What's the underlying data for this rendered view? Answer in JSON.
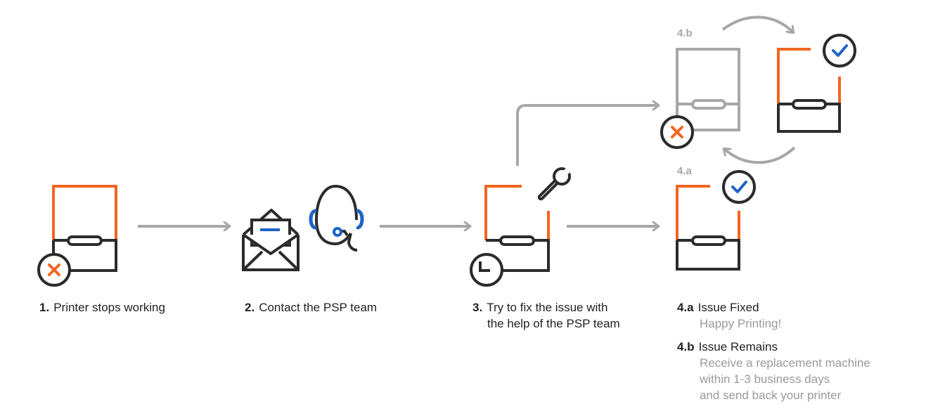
{
  "steps": [
    {
      "num": "1.",
      "label": "Printer stops working"
    },
    {
      "num": "2.",
      "label": "Contact the PSP team"
    },
    {
      "num": "3.",
      "label_line1": "Try to fix the issue with",
      "label_line2": "the help of the PSP team"
    },
    {
      "num": "4.a",
      "label": "Issue Fixed",
      "sub": "Happy Printing!"
    },
    {
      "num": "4.b",
      "label": "Issue Remains",
      "sub_lines": [
        "Receive a replacement machine",
        "within 1-3 business days",
        "and send back your printer"
      ]
    }
  ],
  "diagram_tags": {
    "a": "4.a",
    "b": "4.b"
  },
  "colors": {
    "orange": "#f26522",
    "dark": "#2b2b2b",
    "gray": "#a7a7a7",
    "blue": "#1e63c6"
  },
  "icons": [
    "printer-error-icon",
    "envelope-icon",
    "headset-icon",
    "printer-icon",
    "wrench-icon",
    "clock-icon",
    "printer-fixed-icon",
    "check-icon",
    "printer-replacement-icon",
    "exchange-arrows-icon"
  ]
}
